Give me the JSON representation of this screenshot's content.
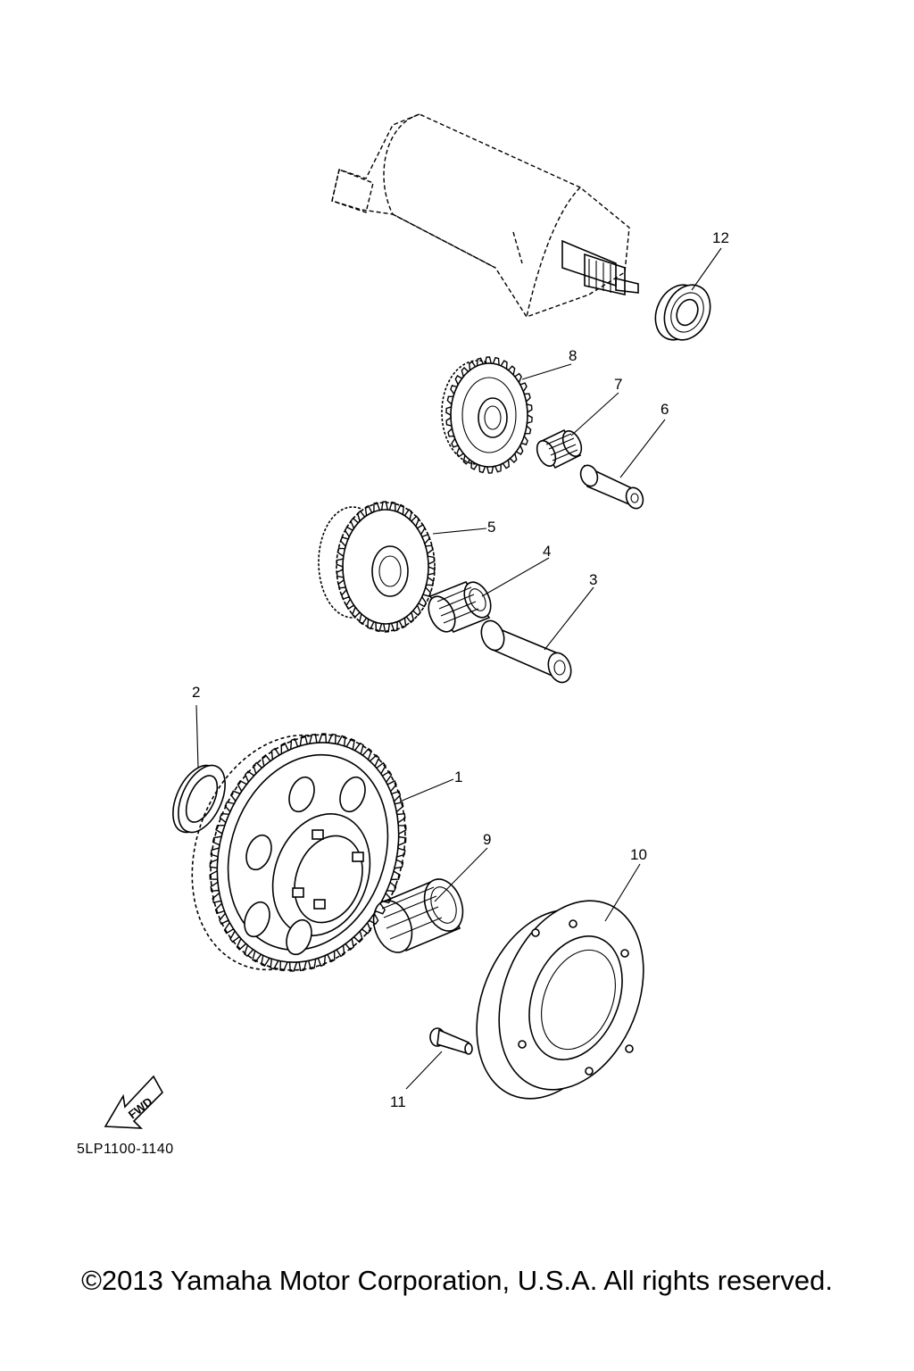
{
  "callouts": {
    "c1": "1",
    "c2": "2",
    "c3": "3",
    "c4": "4",
    "c5": "5",
    "c6": "6",
    "c7": "7",
    "c8": "8",
    "c9": "9",
    "c10": "10",
    "c11": "11",
    "c12": "12"
  },
  "fwd_label": "FWD",
  "diagram_code": "5LP1100-1140",
  "copyright": "©2013 Yamaha Motor Corporation, U.S.A. All rights reserved."
}
